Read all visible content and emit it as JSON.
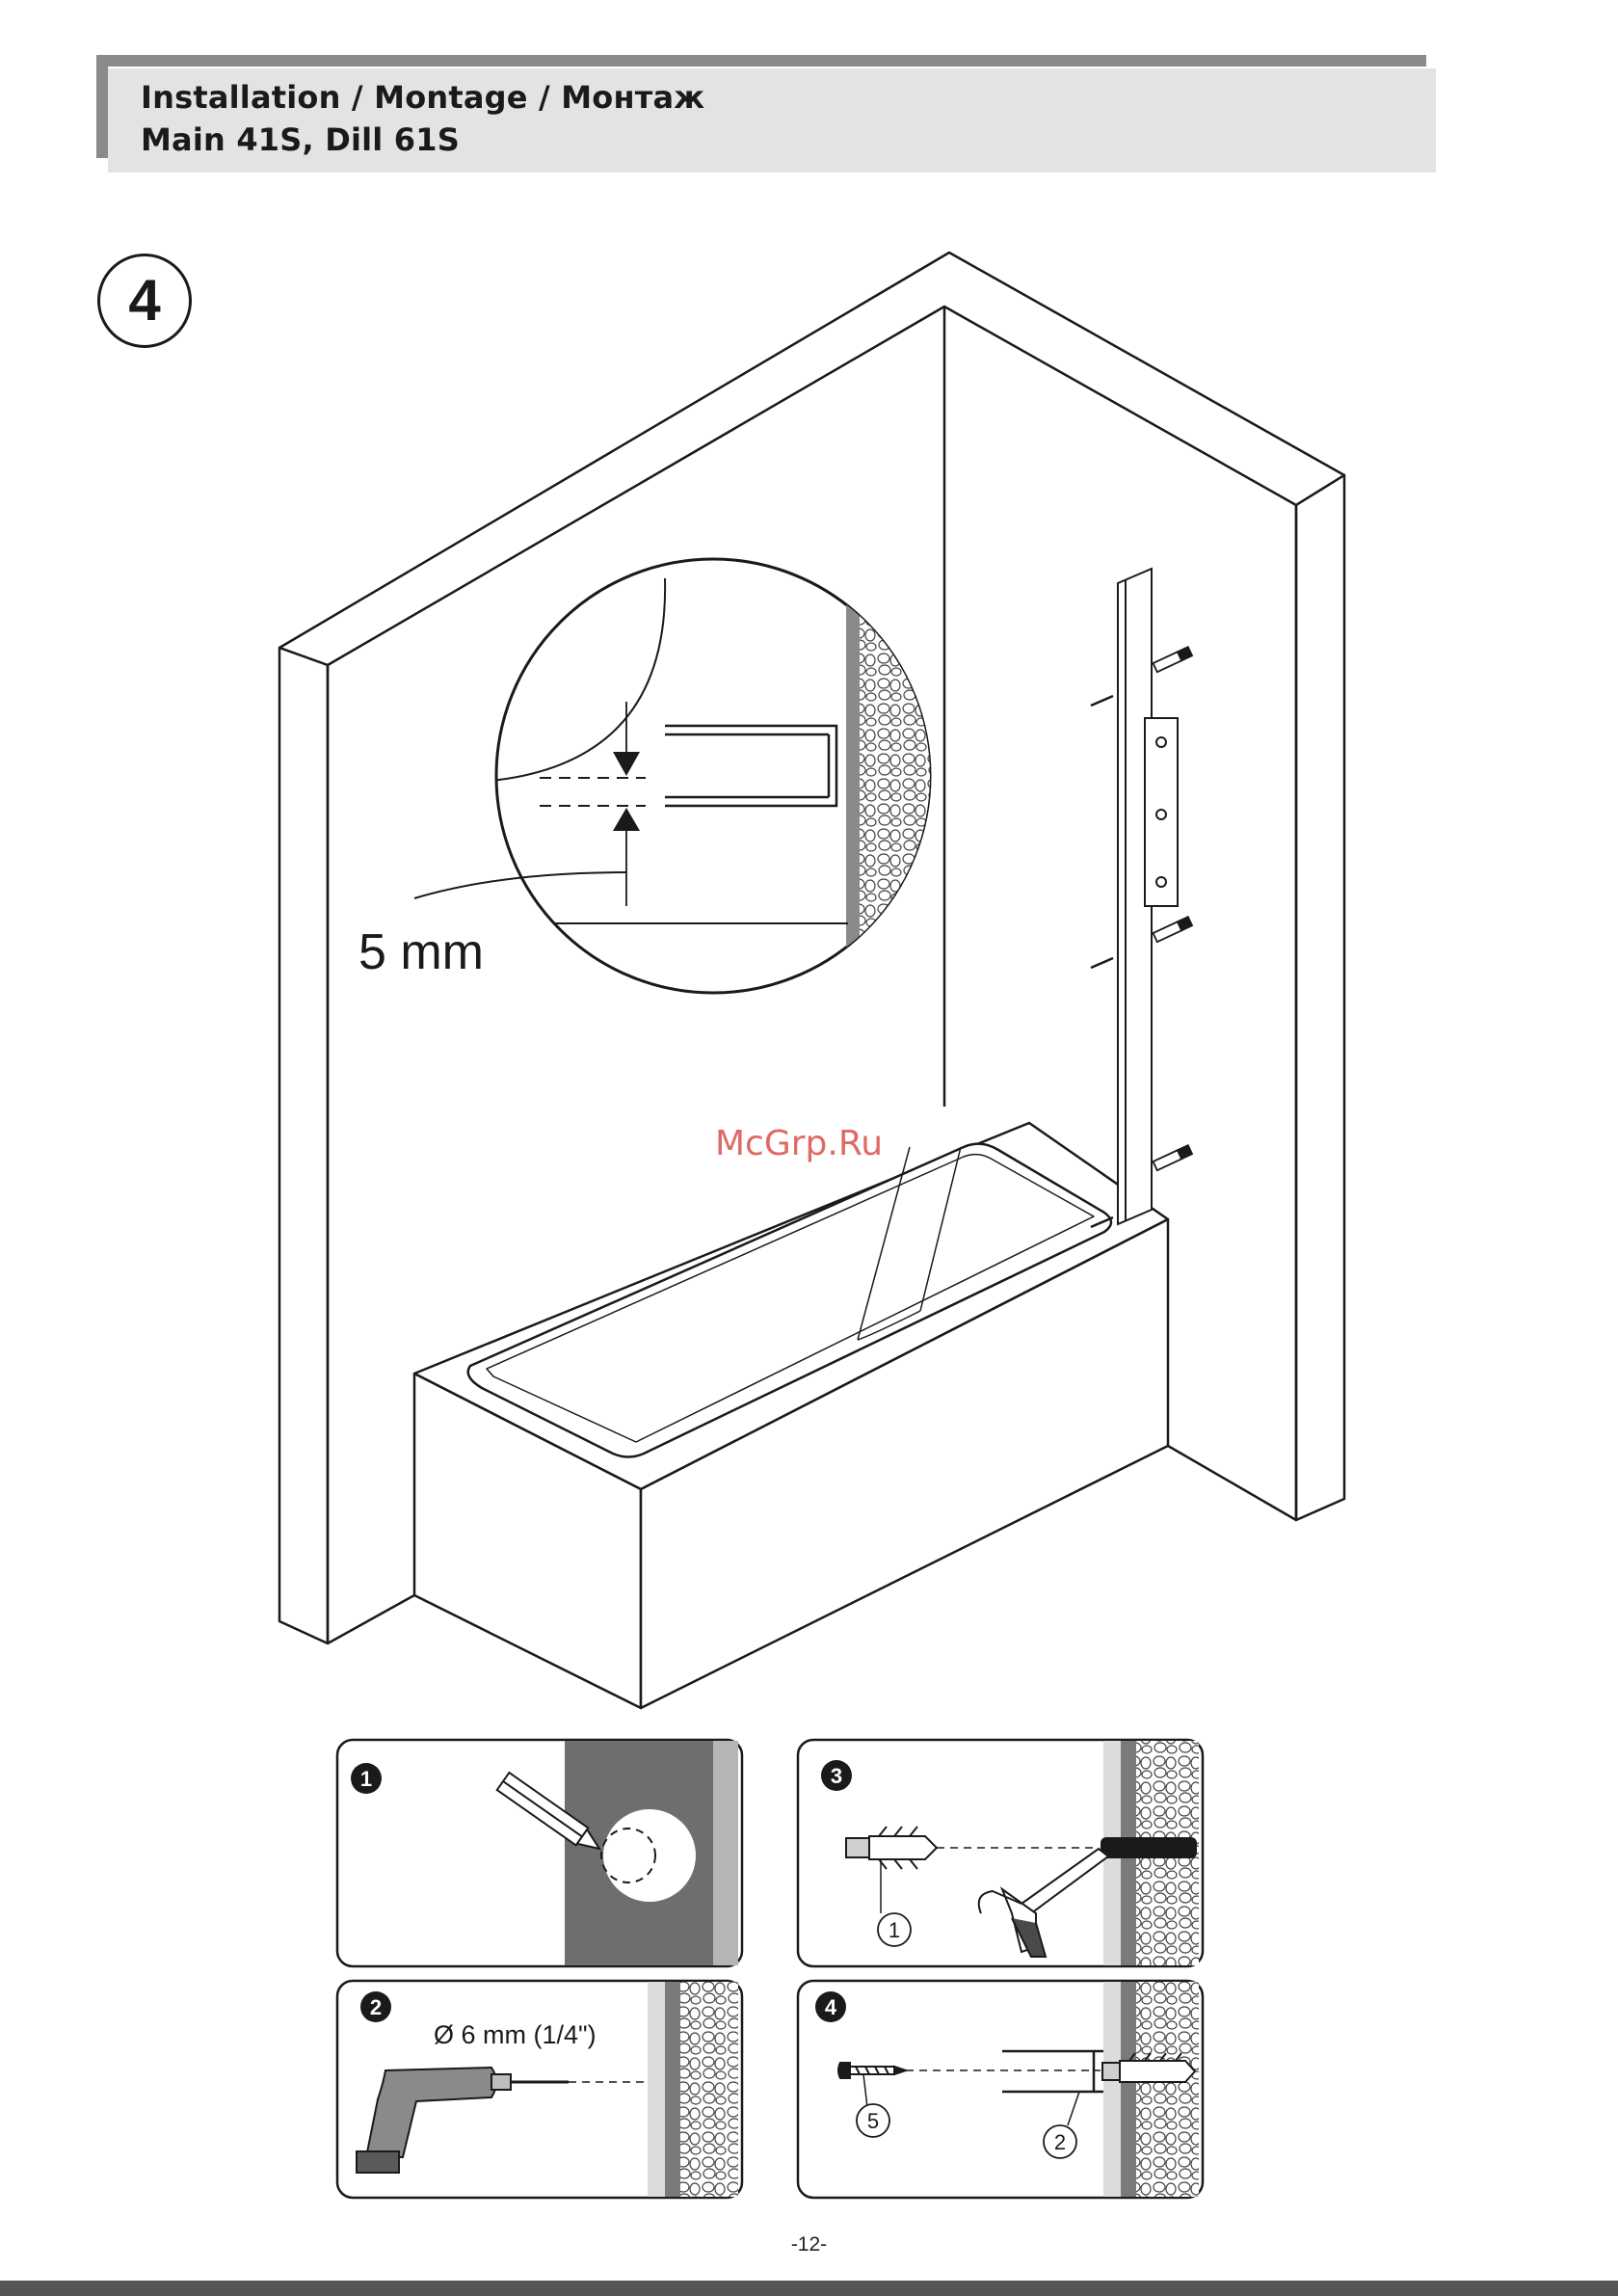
{
  "header": {
    "line1": "Installation / Montage / Монтаж",
    "line2": "Main 41S, Dill 61S"
  },
  "step_number": "4",
  "detail_label": "5 mm",
  "panels": [
    {
      "number": "1"
    },
    {
      "number": "2",
      "drill_size": "Ø 6 mm (1/4\")"
    },
    {
      "number": "3",
      "callout": "1"
    },
    {
      "number": "4",
      "callout_screw": "5",
      "callout_profile": "2"
    }
  ],
  "watermark": "McGrp.Ru",
  "page_number": "-12-",
  "colors": {
    "header_bg": "#e3e3e3",
    "header_accent": "#8a8a8a",
    "wall_dark": "#7a7a7a",
    "wall_light": "#b5b5b5",
    "watermark": "#d8453e"
  }
}
